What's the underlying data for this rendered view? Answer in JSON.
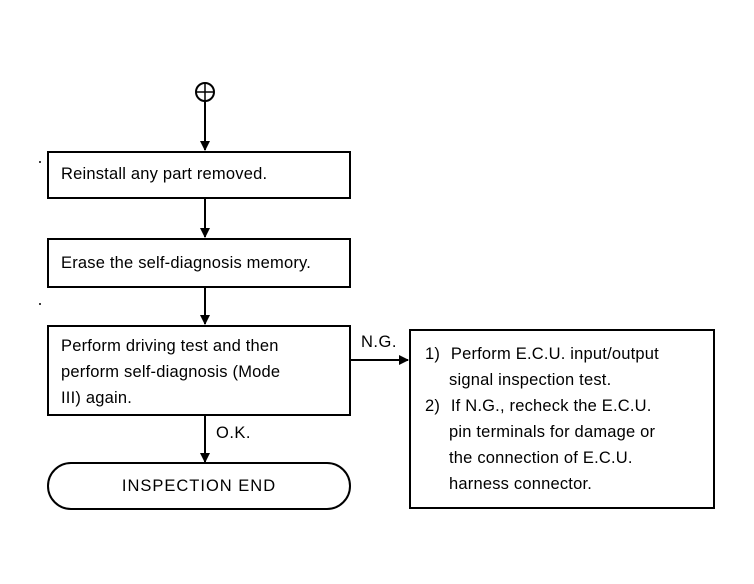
{
  "steps": {
    "step1": "Reinstall any part removed.",
    "step2": "Erase the self-diagnosis memory.",
    "step3": [
      "Perform driving test and then",
      "perform self-diagnosis (Mode",
      "III) again."
    ]
  },
  "branches": {
    "ng_label": "N.G.",
    "ok_label": "O.K."
  },
  "terminal": {
    "label": "INSPECTION END"
  },
  "ng_actions": {
    "items": [
      {
        "number": "1)",
        "lines": [
          "Perform E.C.U. input/output",
          "signal inspection test."
        ]
      },
      {
        "number": "2)",
        "lines": [
          "If N.G., recheck the E.C.U.",
          "pin terminals for damage or",
          "the connection of E.C.U.",
          "harness connector."
        ]
      }
    ]
  }
}
